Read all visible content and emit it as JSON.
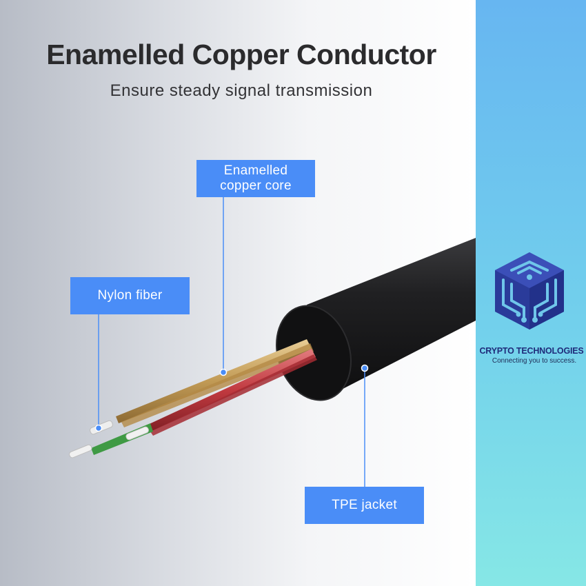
{
  "header": {
    "title": "Enamelled Copper Conductor",
    "subtitle": "Ensure steady signal transmission"
  },
  "callouts": {
    "core": "Enamelled\ncopper core",
    "nylon": "Nylon fiber",
    "jacket": "TPE jacket"
  },
  "brand": {
    "name": "CRYPTO TECHNOLOGIES",
    "tagline": "Connecting you to success."
  },
  "colors": {
    "callout": "#4a8df7",
    "jacket": "#1c1c1e",
    "copper": "#c9a463",
    "red_strand": "#c8444a",
    "green_strand": "#3f9a44",
    "logo": "#2a3b9a"
  }
}
